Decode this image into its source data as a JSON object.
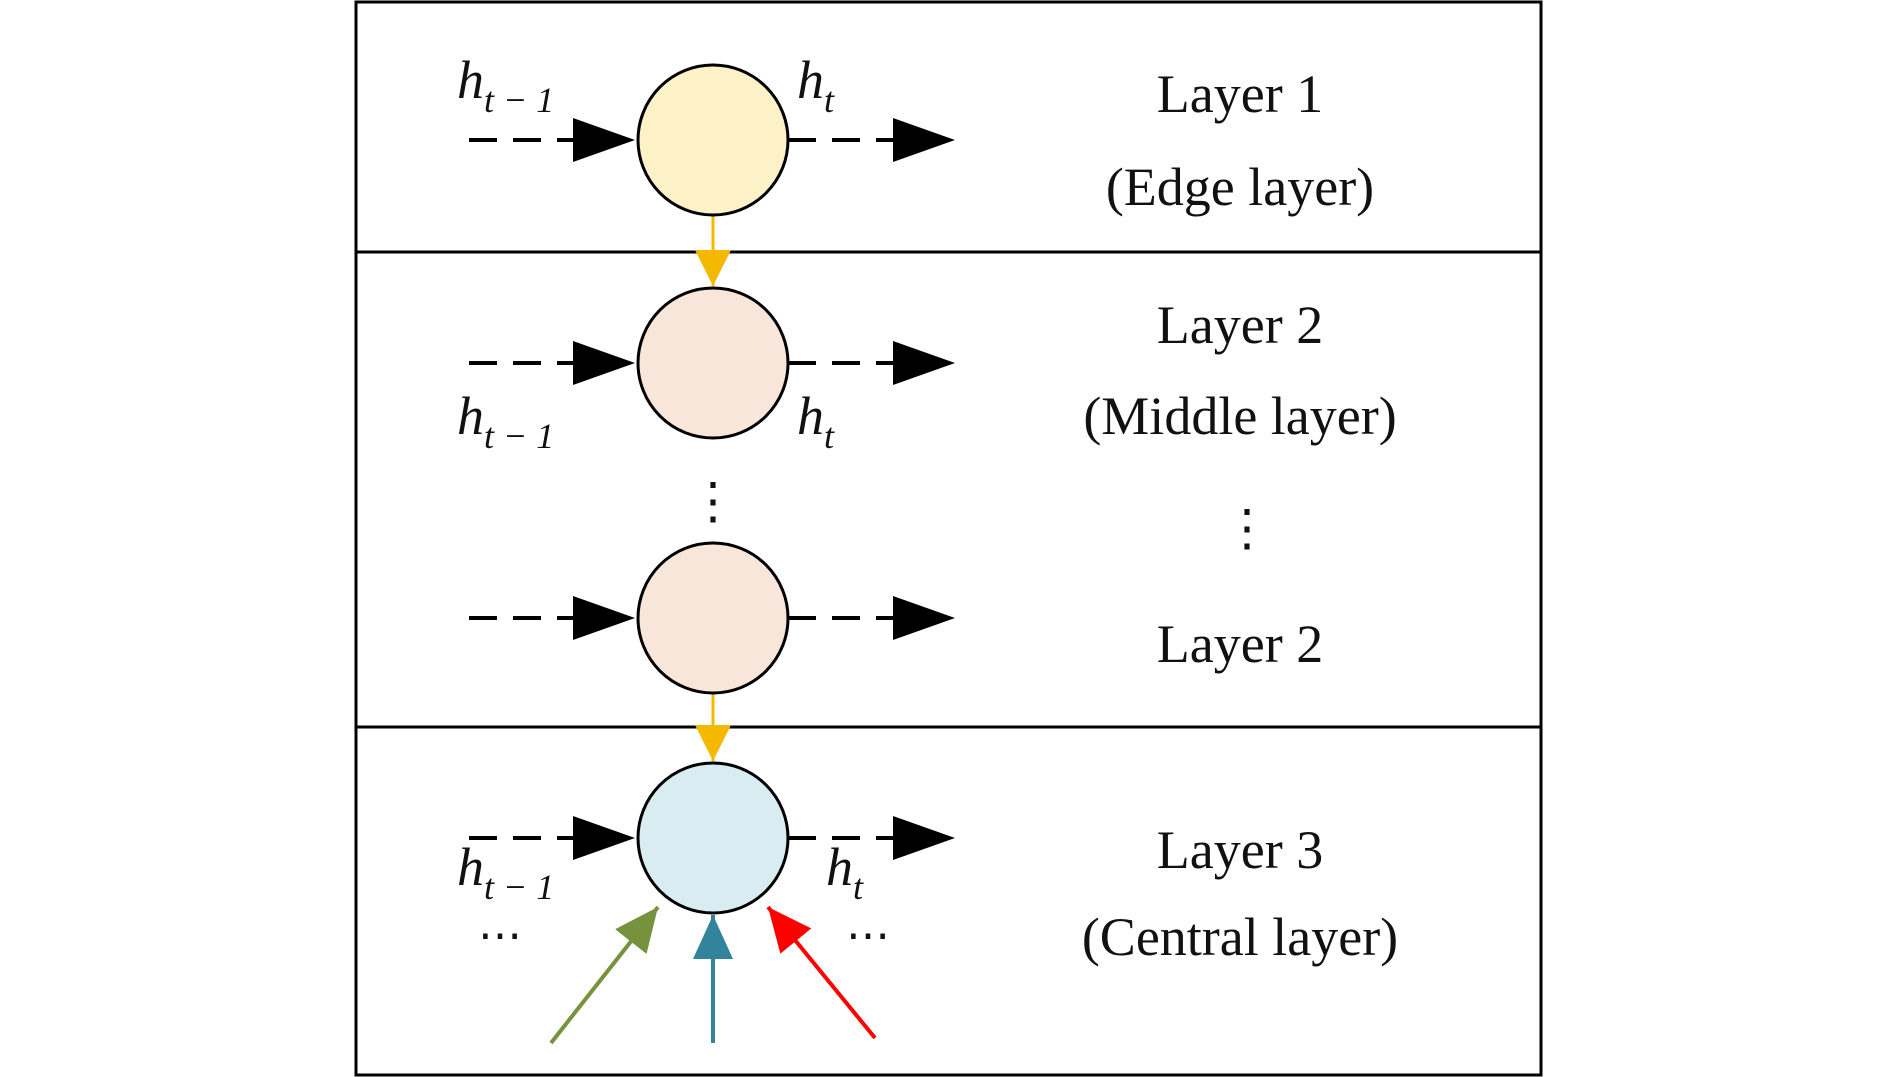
{
  "colors": {
    "border": "#000000",
    "edge_node": "#fdf1c8",
    "middle_node": "#f9e6da",
    "central_node": "#d9ecf2",
    "vertical_arrow": "#f5b800",
    "input_green": "#76923c",
    "input_teal": "#31849b",
    "input_red": "#ff0000"
  },
  "layers": [
    {
      "line1": "Layer 1",
      "line2": "(Edge layer)"
    },
    {
      "line1": "Layer 2",
      "line2": "(Middle layer)"
    },
    {
      "line1": "Layer 2",
      "line2": ""
    },
    {
      "line1": "Layer 3",
      "line2": "(Central layer)"
    }
  ],
  "symbols": {
    "h": "h",
    "t": "t",
    "t_minus_1": "t − 1",
    "vdots": "⋮",
    "hellipsis": "⋯"
  }
}
